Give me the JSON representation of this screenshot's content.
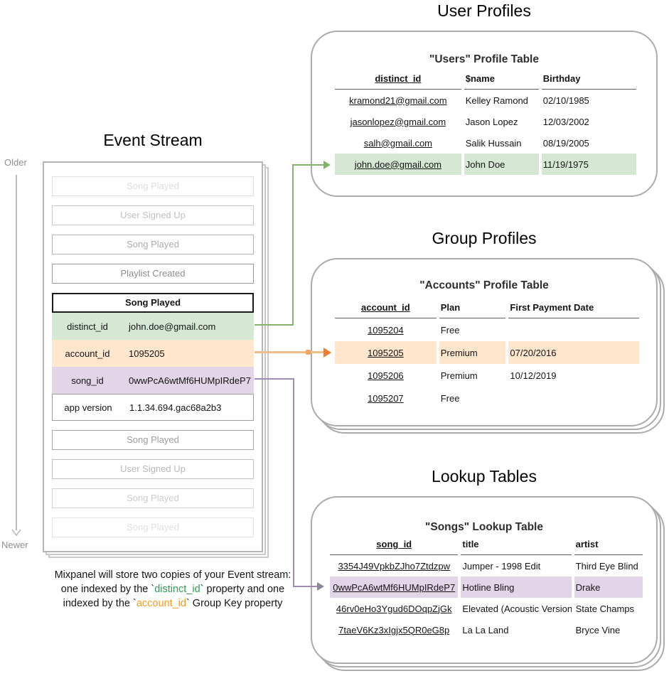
{
  "titles": {
    "user_profiles": "User Profiles",
    "group_profiles": "Group Profiles",
    "lookup_tables": "Lookup Tables",
    "event_stream": "Event Stream"
  },
  "timeline": {
    "older": "Older",
    "newer": "Newer"
  },
  "event_stream": {
    "ghost_events_before": [
      "Song Played",
      "User Signed Up",
      "Song Played",
      "Playlist Created"
    ],
    "expanded_event": {
      "name": "Song Played",
      "properties": [
        {
          "key": "distinct_id",
          "value": "john.doe@gmail.com",
          "color": "#d5e8d4"
        },
        {
          "key": "account_id",
          "value": "1095205",
          "color": "#ffe6cc"
        },
        {
          "key": "song_id",
          "value": "0wwPcA6wtMf6HUMpIRdeP7",
          "color": "#e1d5e7"
        },
        {
          "key": "app version",
          "value": "1.1.34.694.gac68a2b3",
          "color": "#ffffff"
        }
      ]
    },
    "ghost_events_after": [
      "Song Played",
      "User Signed Up",
      "Song Played",
      "Song Played"
    ]
  },
  "users_table": {
    "title": "\"Users\" Profile Table",
    "columns": [
      "distinct_id",
      "$name",
      "Birthday"
    ],
    "rows": [
      [
        "kramond21@gmail.com",
        "Kelley Ramond",
        "02/10/1985"
      ],
      [
        "jasonlopez@gmail.com",
        "Jason Lopez",
        "12/03/2002"
      ],
      [
        "salh@gmail.com",
        "Salik Hussain",
        "08/19/2005"
      ],
      [
        "john.doe@gmail.com",
        "John Doe",
        "11/19/1975"
      ]
    ],
    "highlight_row": 3,
    "highlight_color": "#d5e8d4"
  },
  "accounts_table": {
    "title": "\"Accounts\" Profile Table",
    "columns": [
      "account_id",
      "Plan",
      "First Payment Date"
    ],
    "rows": [
      [
        "1095204",
        "Free",
        ""
      ],
      [
        "1095205",
        "Premium",
        "07/20/2016"
      ],
      [
        "1095206",
        "Premium",
        "10/12/2019"
      ],
      [
        "1095207",
        "Free",
        ""
      ]
    ],
    "highlight_row": 1,
    "highlight_color": "#ffe6cc"
  },
  "songs_table": {
    "title": "\"Songs\" Lookup Table",
    "columns": [
      "song_id",
      "title",
      "artist"
    ],
    "rows": [
      [
        "3354J49VpkbZJho7Ztdzpw",
        "Jumper - 1998 Edit",
        "Third Eye Blind"
      ],
      [
        "0wwPcA6wtMf6HUMpIRdeP7",
        "Hotline Bling",
        "Drake"
      ],
      [
        "46rv0eHo3Ygud6DOqpZjGk",
        "Elevated (Acoustic Version)",
        "State Champs"
      ],
      [
        "7taeV6Kz3xIgjx5QR0eG8p",
        "La La Land",
        "Bryce Vine"
      ]
    ],
    "highlight_row": 1,
    "highlight_color": "#e1d5e7"
  },
  "caption": {
    "lines": [
      {
        "segments": [
          {
            "text": "Mixpanel will store two copies of your Event stream:"
          }
        ]
      },
      {
        "segments": [
          {
            "text": "one indexed by the `"
          },
          {
            "text": "distinct_id",
            "color": "green"
          },
          {
            "text": "` property and one"
          }
        ]
      },
      {
        "segments": [
          {
            "text": "indexed by the `"
          },
          {
            "text": "account_id",
            "color": "orange"
          },
          {
            "text": "` Group Key property"
          }
        ]
      }
    ]
  },
  "colors": {
    "highlight_green": "#d5e8d4",
    "highlight_orange": "#ffe6cc",
    "highlight_purple": "#e1d5e7",
    "connector_green": "#82b366",
    "connector_orange_line": "#f0bd85",
    "connector_orange_head": "#ed7d31",
    "connector_purple": "#9e8ab5",
    "connector_purple_head": "#8a8796",
    "caption_green": "#2e9e4f",
    "caption_orange": "#f59a23"
  }
}
